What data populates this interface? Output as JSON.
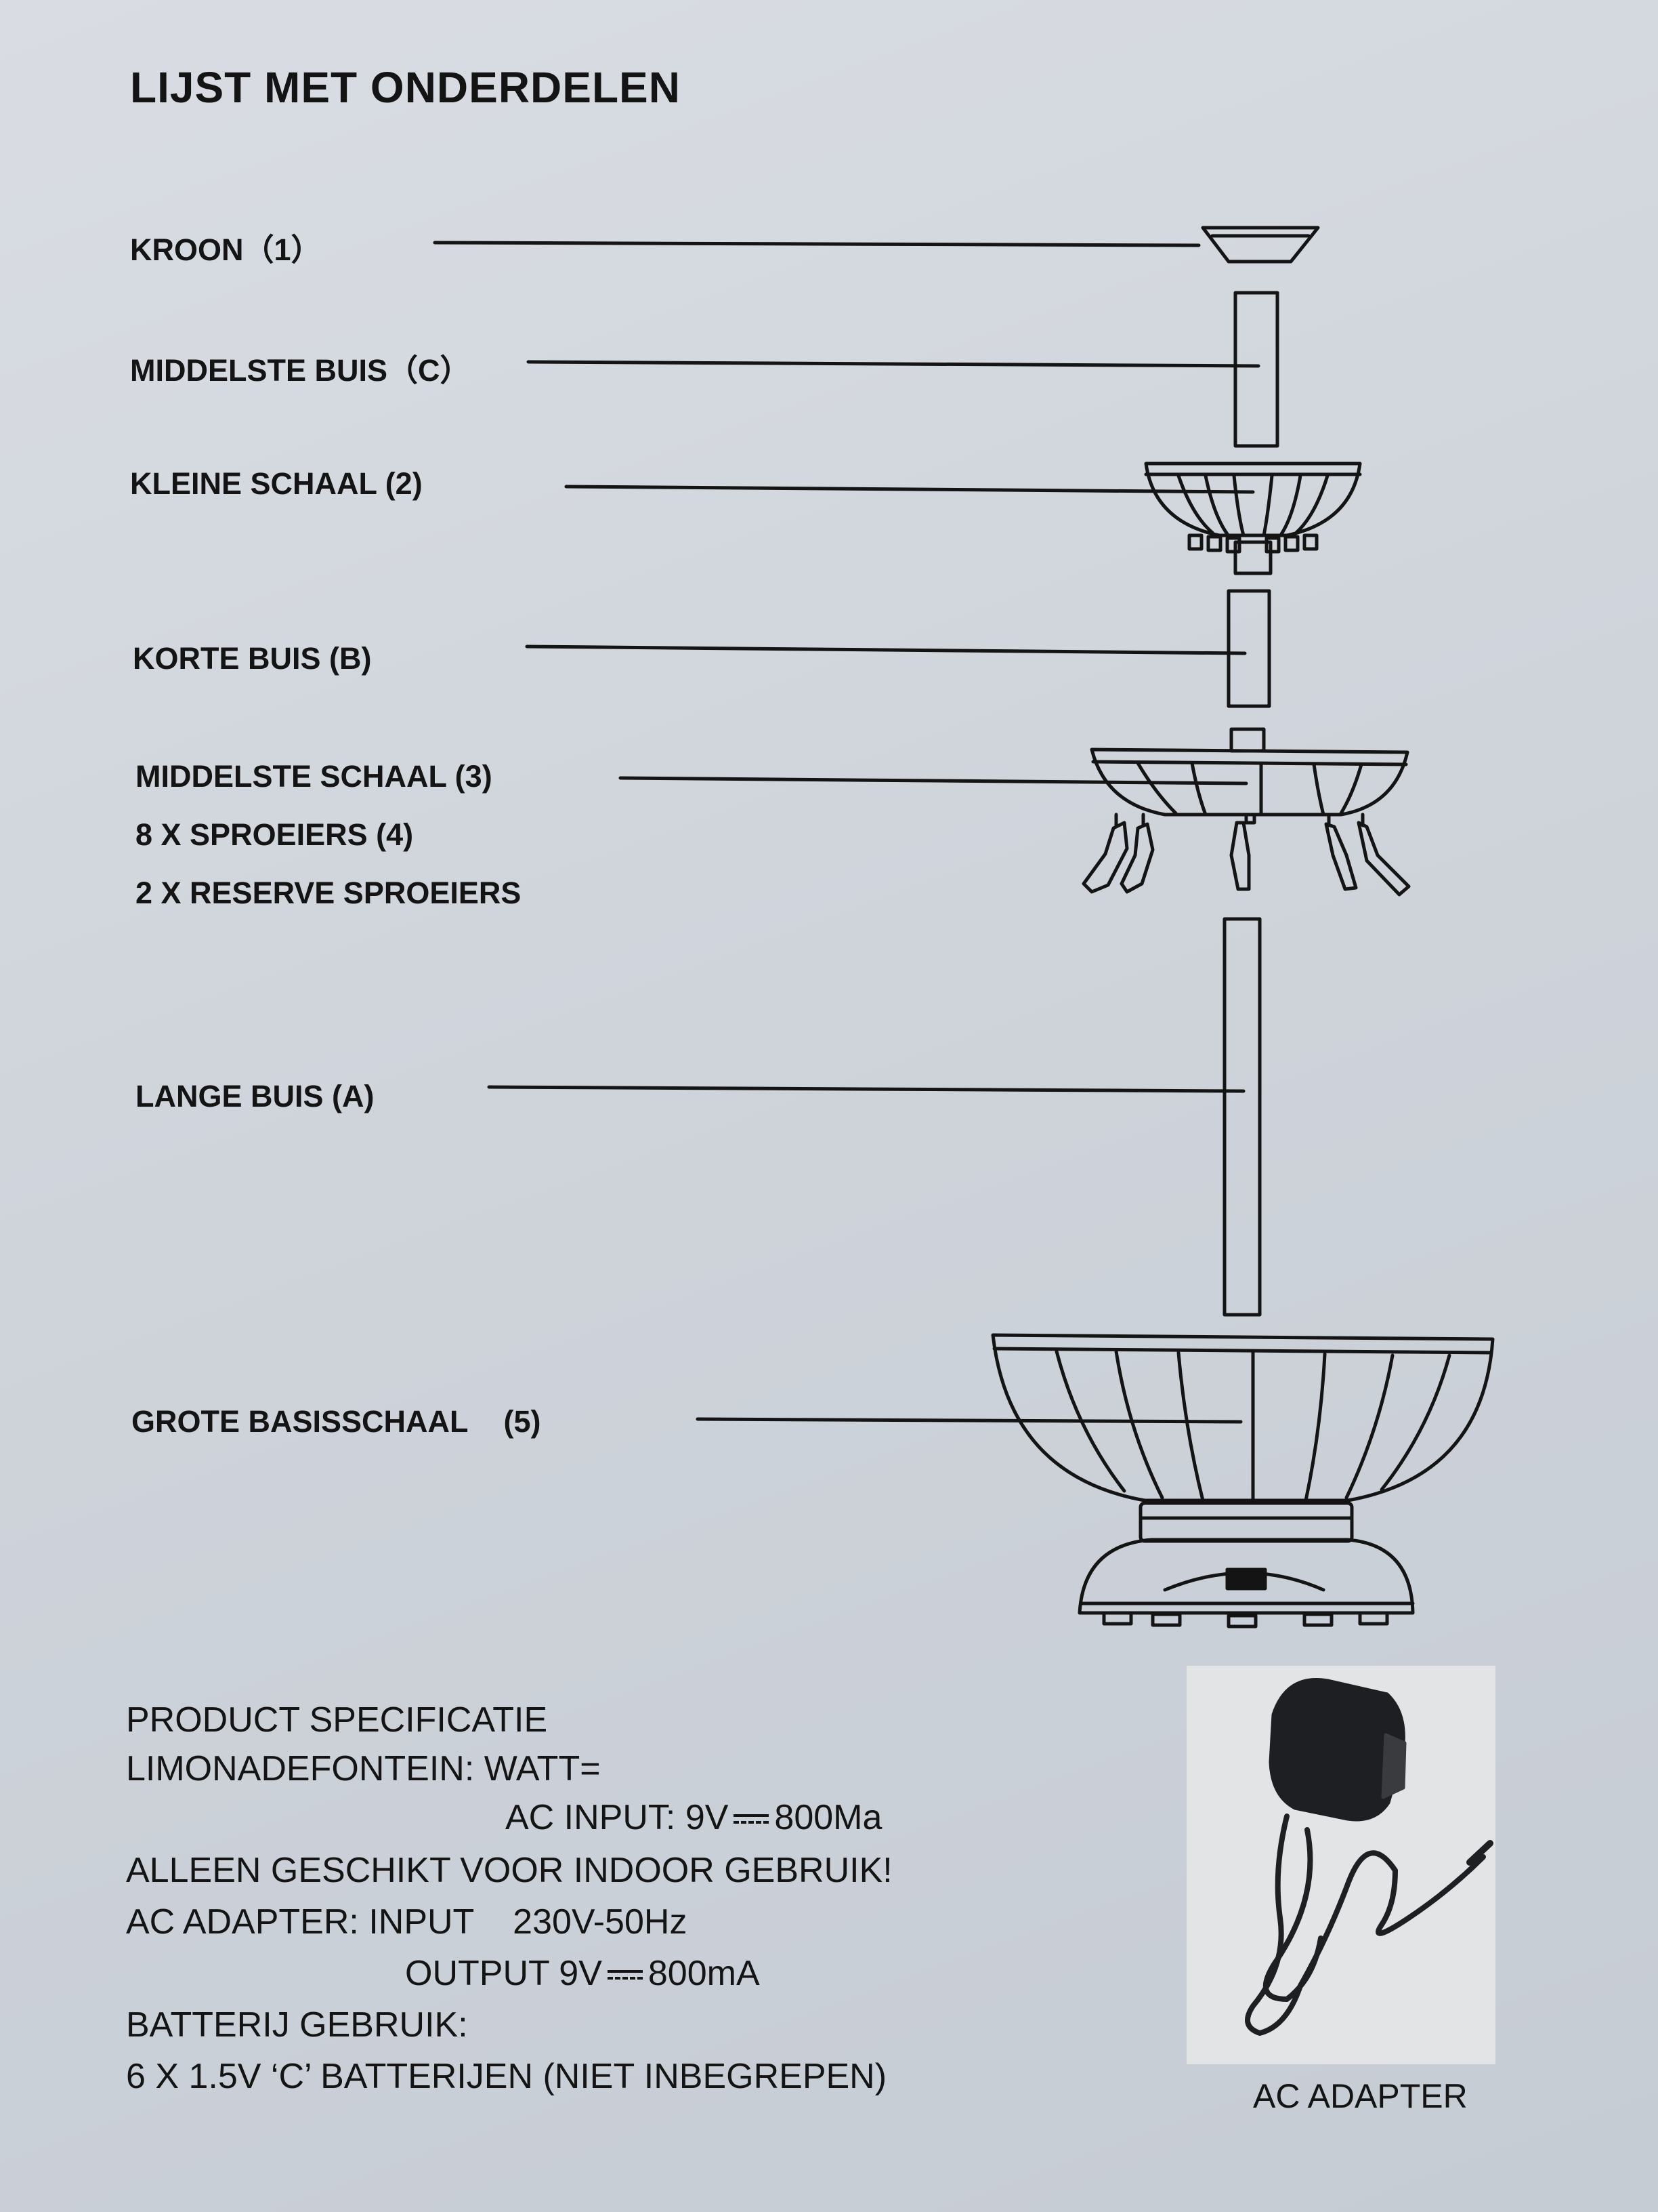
{
  "title": "LIJST MET ONDERDELEN",
  "parts": [
    {
      "label": "KROON（1）"
    },
    {
      "label": "MIDDELSTE BUIS（C）"
    },
    {
      "label": "KLEINE SCHAAL (2)"
    },
    {
      "label": "KORTE BUIS (B)"
    },
    {
      "label": "MIDDELSTE SCHAAL (3)"
    },
    {
      "label": "8 X SPROEIERS (4)"
    },
    {
      "label": "2 X RESERVE SPROEIERS"
    },
    {
      "label": "LANGE BUIS (A)"
    },
    {
      "label": "GROTE BASISSCHAAL",
      "number": "(5)"
    }
  ],
  "specs": {
    "heading": "PRODUCT SPECIFICATIE",
    "watt_line": "LIMONADEFONTEIN: WATT=",
    "ac_input_label": "AC INPUT: 9V",
    "ac_input_value": "800Ma",
    "indoor": "ALLEEN GESCHIKT VOOR INDOOR GEBRUIK!",
    "adapter_input": "AC ADAPTER: INPUT    230V-50Hz",
    "output_label": "OUTPUT 9V",
    "output_value": "800mA",
    "battery_heading": "BATTERIJ GEBRUIK:",
    "battery_line": "6 X 1.5V ‘C’ BATTERIJEN (NIET INBEGREPEN)"
  },
  "adapter_caption": "AC ADAPTER",
  "icons": [
    "fountain-crown-icon",
    "tube-icon",
    "bowl-icon",
    "sprayer-icon",
    "base-bowl-icon",
    "ac-adapter-icon"
  ]
}
